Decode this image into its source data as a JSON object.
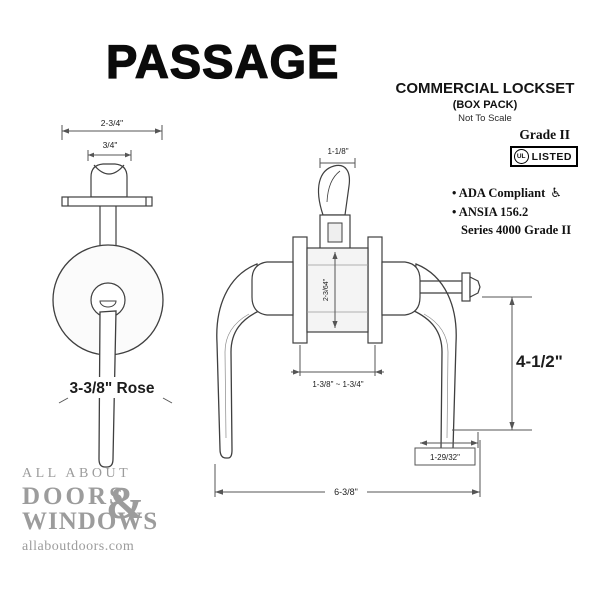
{
  "title": "PASSAGE",
  "header": {
    "product_title": "COMMERCIAL LOCKSET",
    "pack": "(BOX PACK)",
    "scale_note": "Not To Scale",
    "grade": "Grade II",
    "ul_mark": "UL",
    "ul_listed": "LISTED",
    "features": [
      "• ADA Compliant",
      "• ANSIA 156.2"
    ],
    "series": "Series 4000 Grade II",
    "wheelchair_icon": "♿"
  },
  "front_view": {
    "dim_overall_width": "2-3/4\"",
    "dim_lever_width": "3/4\"",
    "rose_label": "3-3/8\" Rose"
  },
  "side_view": {
    "dim_lever_top": "1-1/8\"",
    "dim_chassis_height": "2-3/64\"",
    "dim_door_range": "1-3/8\" ~ 1-3/4\"",
    "dim_height": "4-1/2\"",
    "dim_lever_offset": "1-29/32\"",
    "dim_overall_length": "6-3/8\""
  },
  "watermark": {
    "line1": "ALL ABOUT",
    "doors": "DOORS",
    "ampersand": "&",
    "windows": "WINDOWS",
    "url": "allaboutdoors.com"
  },
  "colors": {
    "drawing_line": "#3f3f3f",
    "dimension_line": "#555555",
    "watermark_gray": "#9c9c9c",
    "text": "#0f0f0f"
  }
}
